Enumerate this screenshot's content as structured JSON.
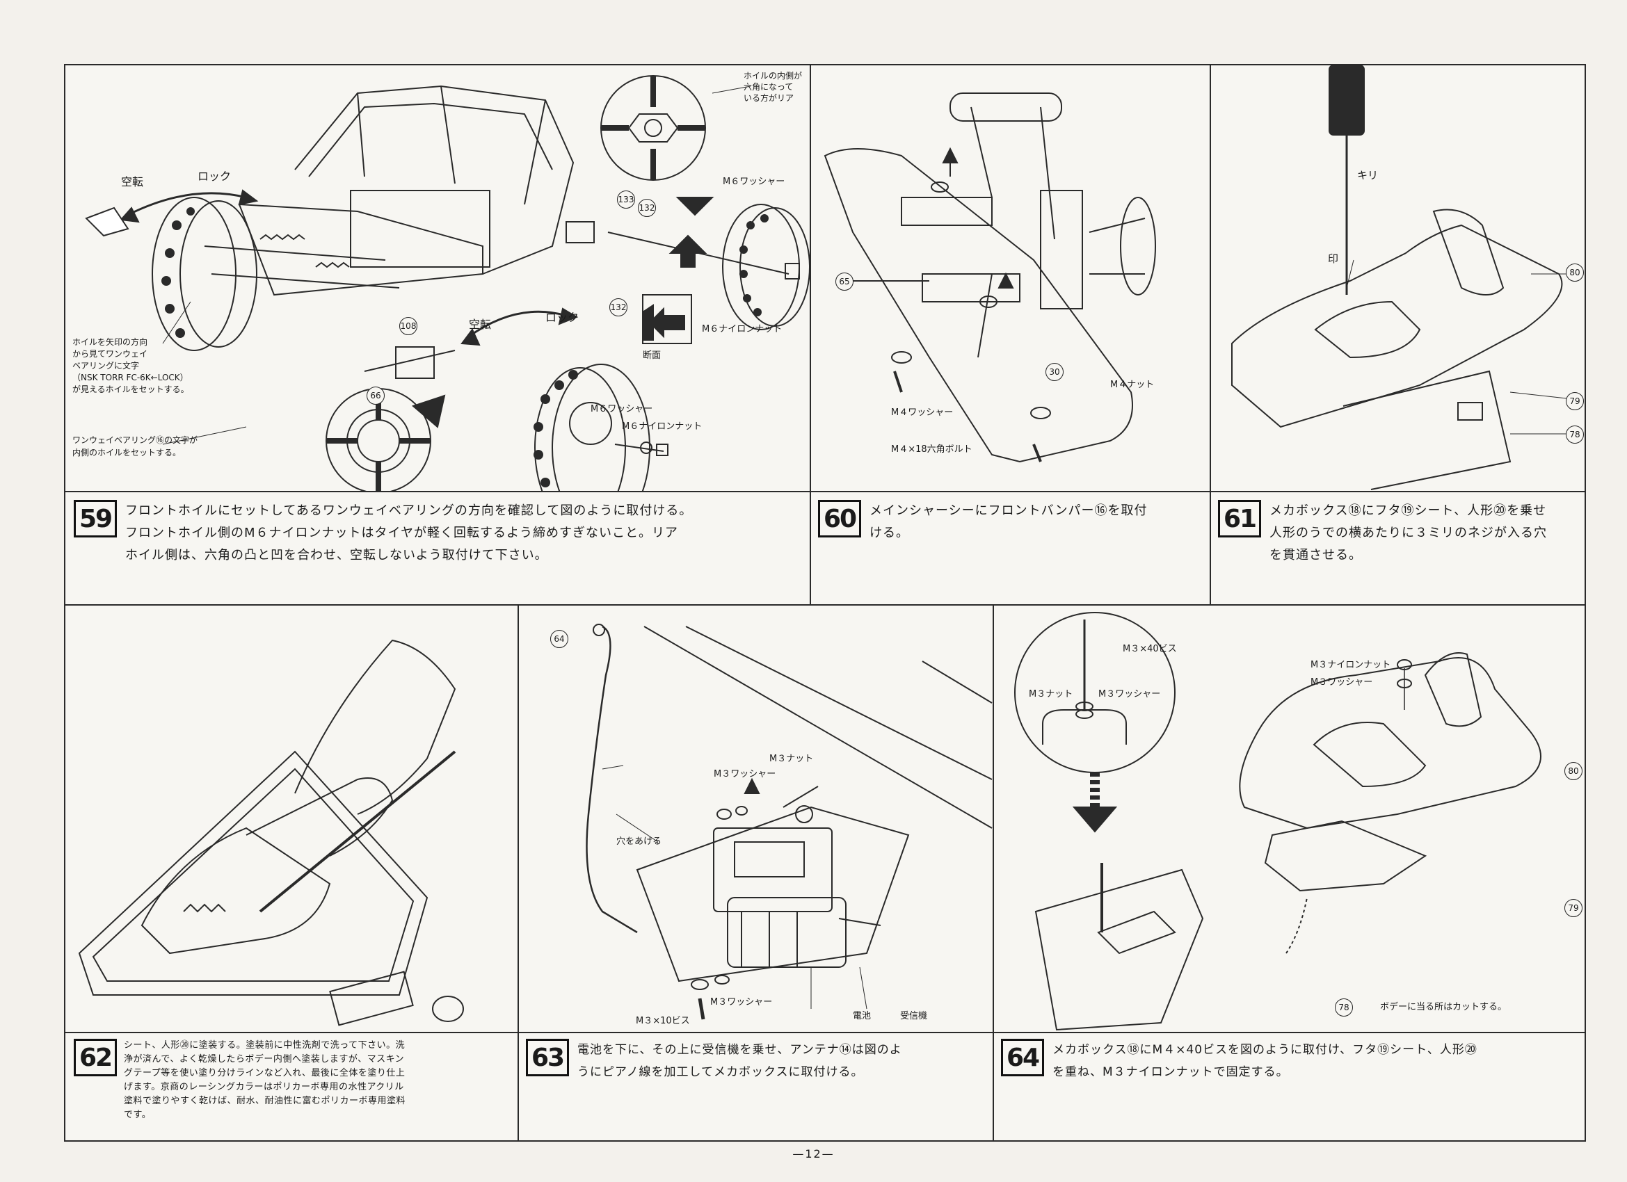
{
  "page_number": "—12—",
  "steps": [
    {
      "num": "59",
      "text": [
        "フロントホイルにセットしてあるワンウェイベアリングの方向を確認して図のように取付ける。",
        "フロントホイル側のM６ナイロンナットはタイヤが軽く回転するよう締めすぎないこと。リア",
        "ホイル側は、六角の凸と凹を合わせ、空転しないよう取付けて下さい。"
      ],
      "labels": {
        "hex_inner": [
          "ホイルの内側が",
          "六角になって",
          "いる方がリア"
        ],
        "idle_left": "空転",
        "lock_left": "ロック",
        "idle_right": "空転",
        "lock_right": "ロック",
        "m6_washer_top": "M６ワッシャー",
        "m6_nut_top": "M６ナイロンナット",
        "section": "断面",
        "m6_washer_bot": "M６ワッシャー",
        "m6_nut_bot": "M６ナイロンナット",
        "wheel_note": [
          "ホイルを矢印の方向",
          "から見てワンウェイ",
          "ベアリングに文字",
          "（NSK TORR FC-6K←LOCK）",
          "が見えるホイルをセットする。"
        ],
        "bearing_note": [
          "ワンウェイベアリング⑯の文字が",
          "内側のホイルをセットする。"
        ],
        "p133": "133",
        "p132": "132",
        "p132b": "132",
        "p108": "108",
        "p66": "66"
      }
    },
    {
      "num": "60",
      "text": [
        "メインシャーシーにフロントバンパー⑯を取付",
        "ける。"
      ],
      "labels": {
        "p65": "65",
        "p30": "30",
        "m4_nut": "M４ナット",
        "m4_washer": "M４ワッシャー",
        "m4_bolt": "M４×18六角ボルト"
      }
    },
    {
      "num": "61",
      "text": [
        "メカボックス⑱にフタ⑲シート、人形⑳を乗せ",
        "人形のうでの横あたりに３ミリのネジが入る穴",
        "を貫通させる。"
      ],
      "labels": {
        "drill": "キリ",
        "mark": "印",
        "p80": "80",
        "p79": "79",
        "p78": "78"
      }
    },
    {
      "num": "62",
      "text": [
        "シート、人形⑳に塗装する。塗装前に中性洗剤で洗って下さい。洗",
        "浄が済んで、よく乾燥したらボデー内側へ塗装しますが、マスキン",
        "グテープ等を使い塗り分けラインなど入れ、最後に全体を塗り仕上",
        "げます。京商のレーシングカラーはポリカーボ専用の水性アクリル",
        "塗料で塗りやすく乾けば、耐水、耐油性に富むポリカーボ専用塗料",
        "です。"
      ],
      "bold_phrase": "京商のレーシングカラー"
    },
    {
      "num": "63",
      "text": [
        "電池を下に、その上に受信機を乗せ、アンテナ⑭は図のよ",
        "うにピアノ線を加工してメカボックスに取付ける。"
      ],
      "labels": {
        "p64": "64",
        "m3_nut": "M３ナット",
        "m3_washer_top": "M３ワッシャー",
        "hole": "穴をあける",
        "m3_washer_bot": "M３ワッシャー",
        "m3_screw": "M３×10ビス",
        "battery": "電池",
        "receiver": "受信機"
      }
    },
    {
      "num": "64",
      "text": [
        "メカボックス⑱にM４×40ビスを図のように取付け、フタ⑲シート、人形⑳",
        "を重ね、M３ナイロンナットで固定する。"
      ],
      "labels": {
        "m3x40": "M３×40ビス",
        "m3_nut": "M３ナット",
        "m3_washer": "M３ワッシャー",
        "m3_nylon_nut": "M３ナイロンナット",
        "m3_washer2": "M３ワッシャー",
        "p80": "80",
        "p79": "79",
        "p78": "78",
        "cut_note": "ボデーに当る所はカットする。"
      }
    }
  ]
}
